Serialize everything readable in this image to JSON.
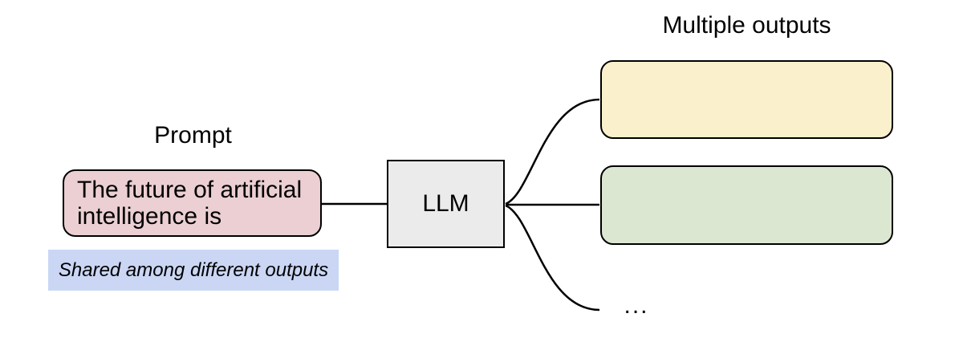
{
  "diagram": {
    "prompt": {
      "title": "Prompt",
      "box_text": "The future of artificial intelligence is",
      "note": "Shared among different outputs"
    },
    "llm": {
      "label": "LLM"
    },
    "outputs": {
      "title": "Multiple outputs",
      "ellipsis": "..."
    }
  },
  "colors": {
    "background": "#ffffff",
    "stroke": "#000000",
    "prompt_fill": "#ebcfd3",
    "llm_fill": "#ebebeb",
    "output_yellow_fill": "#faf0cc",
    "output_green_fill": "#dce7d2",
    "note_fill": "#cad6f4"
  }
}
